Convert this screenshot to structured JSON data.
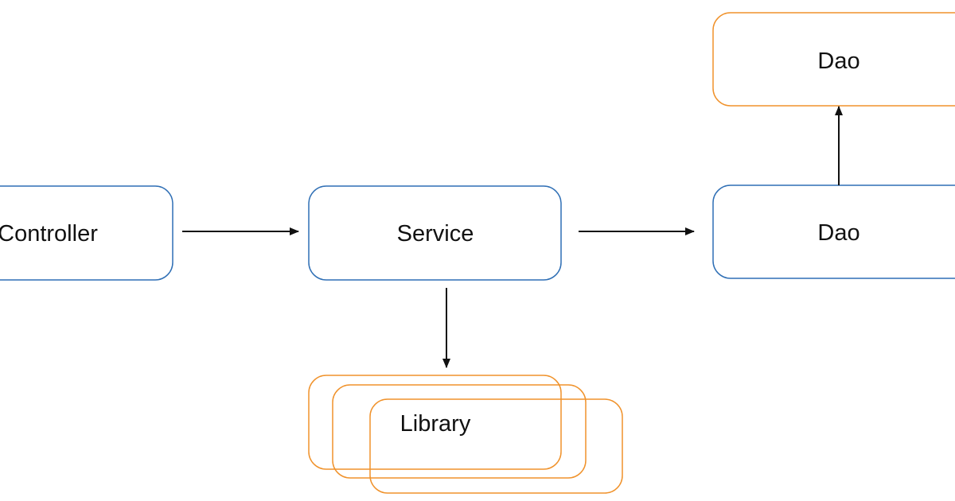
{
  "diagram": {
    "nodes": {
      "controller": {
        "label": "Controller"
      },
      "service": {
        "label": "Service"
      },
      "dao_main": {
        "label": "Dao"
      },
      "dao_top": {
        "label": "Dao"
      },
      "library": {
        "label": "Library"
      }
    },
    "edges": [
      {
        "from": "controller",
        "to": "service"
      },
      {
        "from": "service",
        "to": "dao_main"
      },
      {
        "from": "service",
        "to": "library"
      },
      {
        "from": "dao_main",
        "to": "dao_top"
      }
    ],
    "colors": {
      "blue_border": "#2f6fb5",
      "orange_border": "#f0922b",
      "arrow": "#111111",
      "text": "#111111"
    }
  }
}
